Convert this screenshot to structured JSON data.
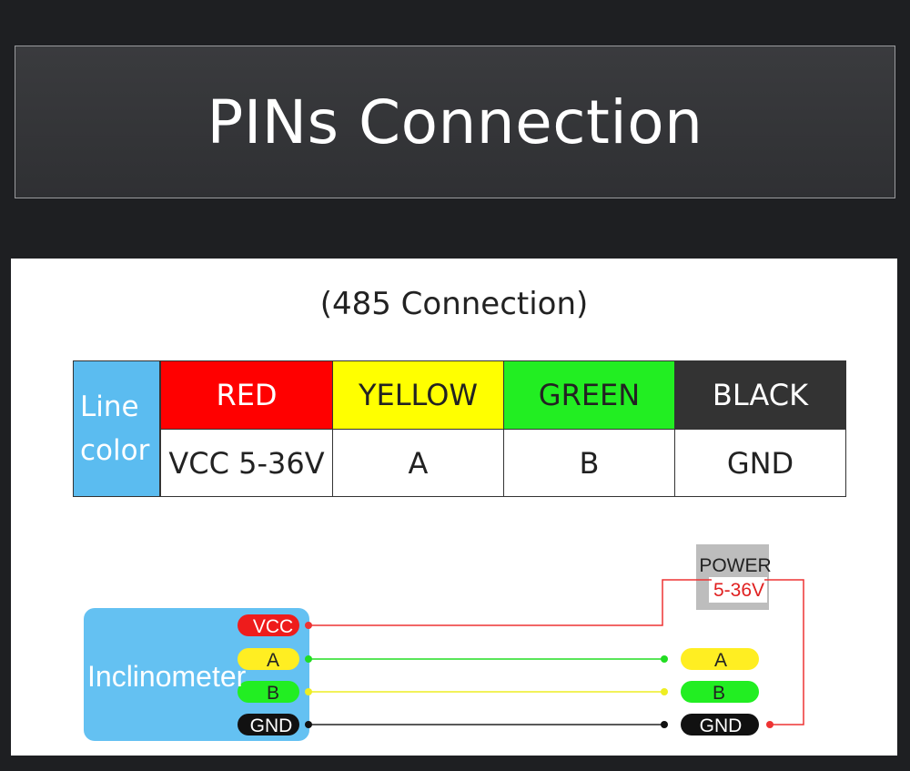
{
  "title": "PINs Connection",
  "subtitle": "(485  Connection)",
  "table": {
    "header_label": "Line color",
    "columns": [
      {
        "color_name": "RED",
        "bg": "#ff0000",
        "fg": "#ffffff",
        "signal": "VCC 5-36V"
      },
      {
        "color_name": "YELLOW",
        "bg": "#ffff00",
        "fg": "#222222",
        "signal": "A"
      },
      {
        "color_name": "GREEN",
        "bg": "#22ee22",
        "fg": "#222222",
        "signal": "B"
      },
      {
        "color_name": "BLACK",
        "bg": "#333333",
        "fg": "#ffffff",
        "signal": "GND"
      }
    ]
  },
  "diagram": {
    "device_label": "Inclinometer",
    "device_pins": [
      "VCC",
      "A",
      "B",
      "GND"
    ],
    "power_label": "POWER",
    "power_range": "5-36V",
    "remote_pins": [
      "A",
      "B",
      "GND"
    ],
    "wire_colors": {
      "vcc": "#ee3333",
      "a": "#22dd22",
      "b": "#eeee22",
      "gnd": "#222222",
      "power_return": "#ee3333"
    },
    "colors": {
      "device_bg": "#64c1f2",
      "power_bg": "#bdbdbd",
      "vcc_pill": "#ee1c1c",
      "a_pill": "#ffee22",
      "b_pill": "#22ee22",
      "gnd_pill": "#111111"
    }
  }
}
